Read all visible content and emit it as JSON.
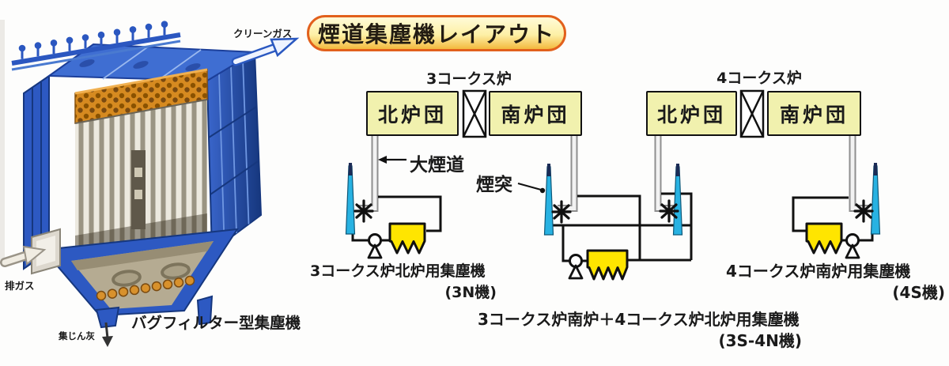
{
  "title": {
    "banner": "煙道集塵機レイアウト"
  },
  "illustration": {
    "clean_gas_label": "クリーンガス",
    "exhaust_gas_label": "排ガス",
    "machine_label": "バグフィルター型集塵機",
    "dust_label": "集じん灰"
  },
  "diagram": {
    "coke3_label": "3コークス炉",
    "coke4_label": "4コークス炉",
    "flue_label": "大煙道",
    "stack_label": "煙突",
    "boxes": [
      {
        "id": "3N",
        "label": "北炉団"
      },
      {
        "id": "3S",
        "label": "南炉団"
      },
      {
        "id": "4N",
        "label": "北炉団"
      },
      {
        "id": "4S",
        "label": "南炉団"
      }
    ],
    "captions": [
      {
        "line1": "3コークス炉北炉用集塵機",
        "line2": "(3N機)"
      },
      {
        "line1": "3コークス炉南炉＋4コークス炉北炉用集塵機",
        "line2": "(3S-4N機)"
      },
      {
        "line1": "4コークス炉南炉用集塵機",
        "line2": "(4S機)"
      }
    ]
  },
  "colors": {
    "banner_border": "#e2601c",
    "banner_fill_top": "#fffbd8",
    "banner_fill_bottom": "#f3b93e",
    "furnace_box_fill": "#f1f1ae",
    "collector_yellow": "#ffe500",
    "chimney_cyan": "#28b2e2",
    "machine_blue": "#2d59c2",
    "tubesheet_orange": "#d68a20"
  }
}
